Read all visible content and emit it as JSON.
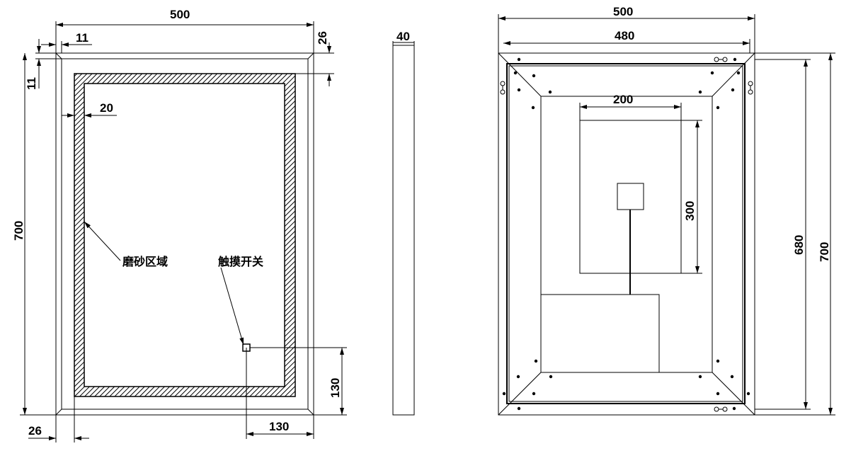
{
  "front_view": {
    "width": "500",
    "height": "700",
    "frame_left": "11",
    "frame_top": "11",
    "bracket_top": "26",
    "bracket_left": "26",
    "strip_width": "20",
    "frosted_label": "磨砂区域",
    "touch_label": "触摸开关",
    "switch_x": "130",
    "switch_y": "130"
  },
  "side_view": {
    "depth": "40"
  },
  "back_view": {
    "width_outer": "500",
    "width_inner": "480",
    "height_inner": "680",
    "height_outer": "700",
    "box_width": "200",
    "box_height": "300"
  }
}
